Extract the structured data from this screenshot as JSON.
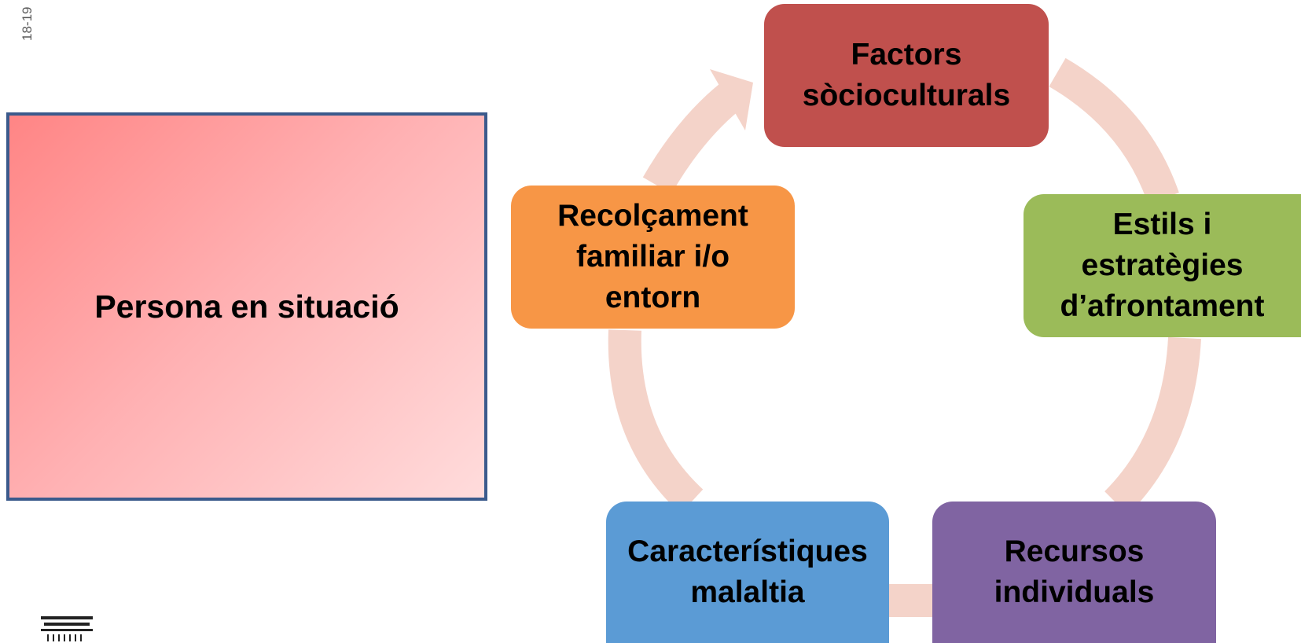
{
  "side_label": "18-19",
  "person_box": {
    "label": "Persona en situació"
  },
  "cycle": {
    "nodes": [
      {
        "id": "factors",
        "label": "Factors\nsòcioculturals",
        "color": "#c0504d"
      },
      {
        "id": "estils",
        "label": "Estils i\nestratègies\nd’afrontament",
        "color": "#9bbb59"
      },
      {
        "id": "recursos",
        "label": "Recursos\nindividuals",
        "color": "#8064a2"
      },
      {
        "id": "caracteristiques",
        "label": "Característiques\nmalaltia",
        "color": "#5b9bd5"
      },
      {
        "id": "recolcament",
        "label": "Recolçament\nfamiliar i/o\nentorn",
        "color": "#f79646"
      }
    ],
    "arrow_color": "#f4d3c9"
  }
}
